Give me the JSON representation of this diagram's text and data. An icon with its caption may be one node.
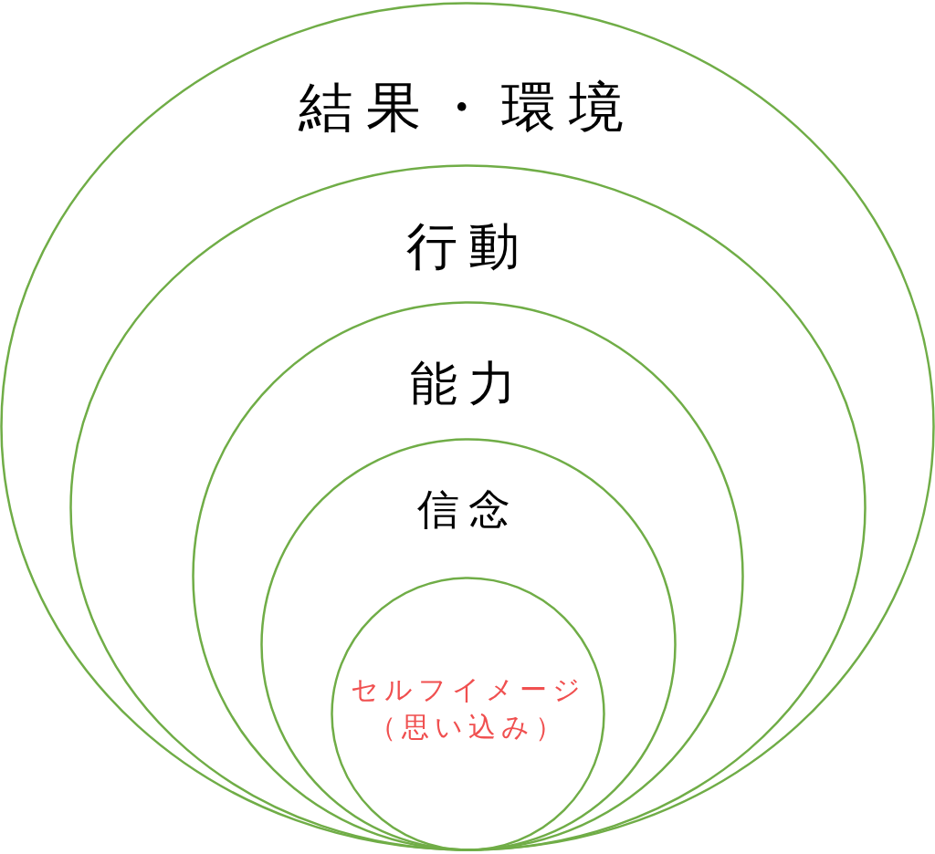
{
  "diagram": {
    "nodes": [
      {
        "text": [
          "結果・環境"
        ]
      },
      {
        "text": [
          "行動"
        ],
        "in": 0
      },
      {
        "text": [
          "能力"
        ],
        "in": 1
      },
      {
        "text": [
          "信念"
        ],
        "in": 2
      },
      {
        "text": [
          "セルフイメージ",
          "（思い込み）"
        ],
        "in": 3
      }
    ]
  }
}
